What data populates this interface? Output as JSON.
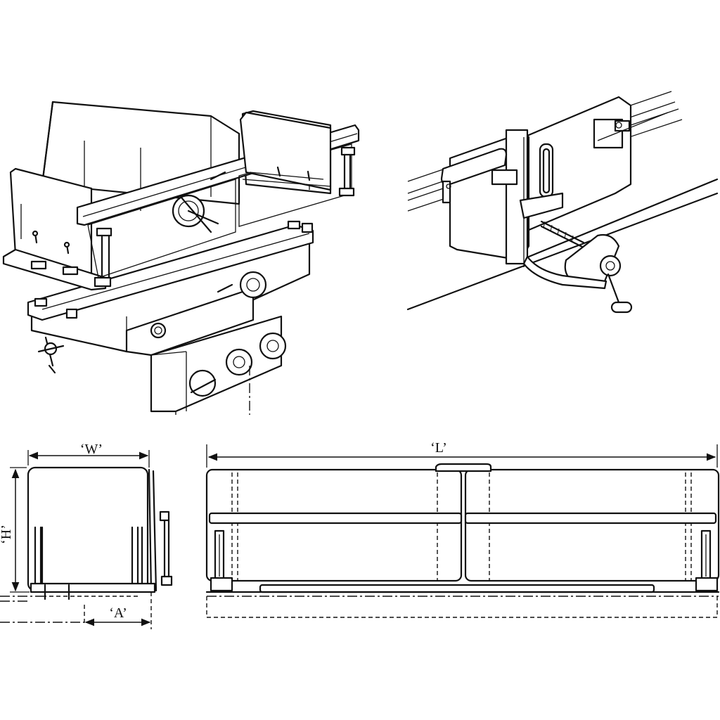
{
  "figures": {
    "machine_view": {
      "kind": "isometric-line-drawing"
    },
    "clamp_detail": {
      "kind": "isometric-line-drawing"
    },
    "end_view": {
      "kind": "orthographic-line-drawing"
    },
    "side_view": {
      "kind": "orthographic-line-drawing"
    }
  },
  "dimensions": {
    "width": "‘W’",
    "height": "‘H’",
    "offset": "‘A’",
    "length": "‘L’"
  },
  "colors": {
    "ink": "#111111",
    "paper": "#ffffff"
  }
}
